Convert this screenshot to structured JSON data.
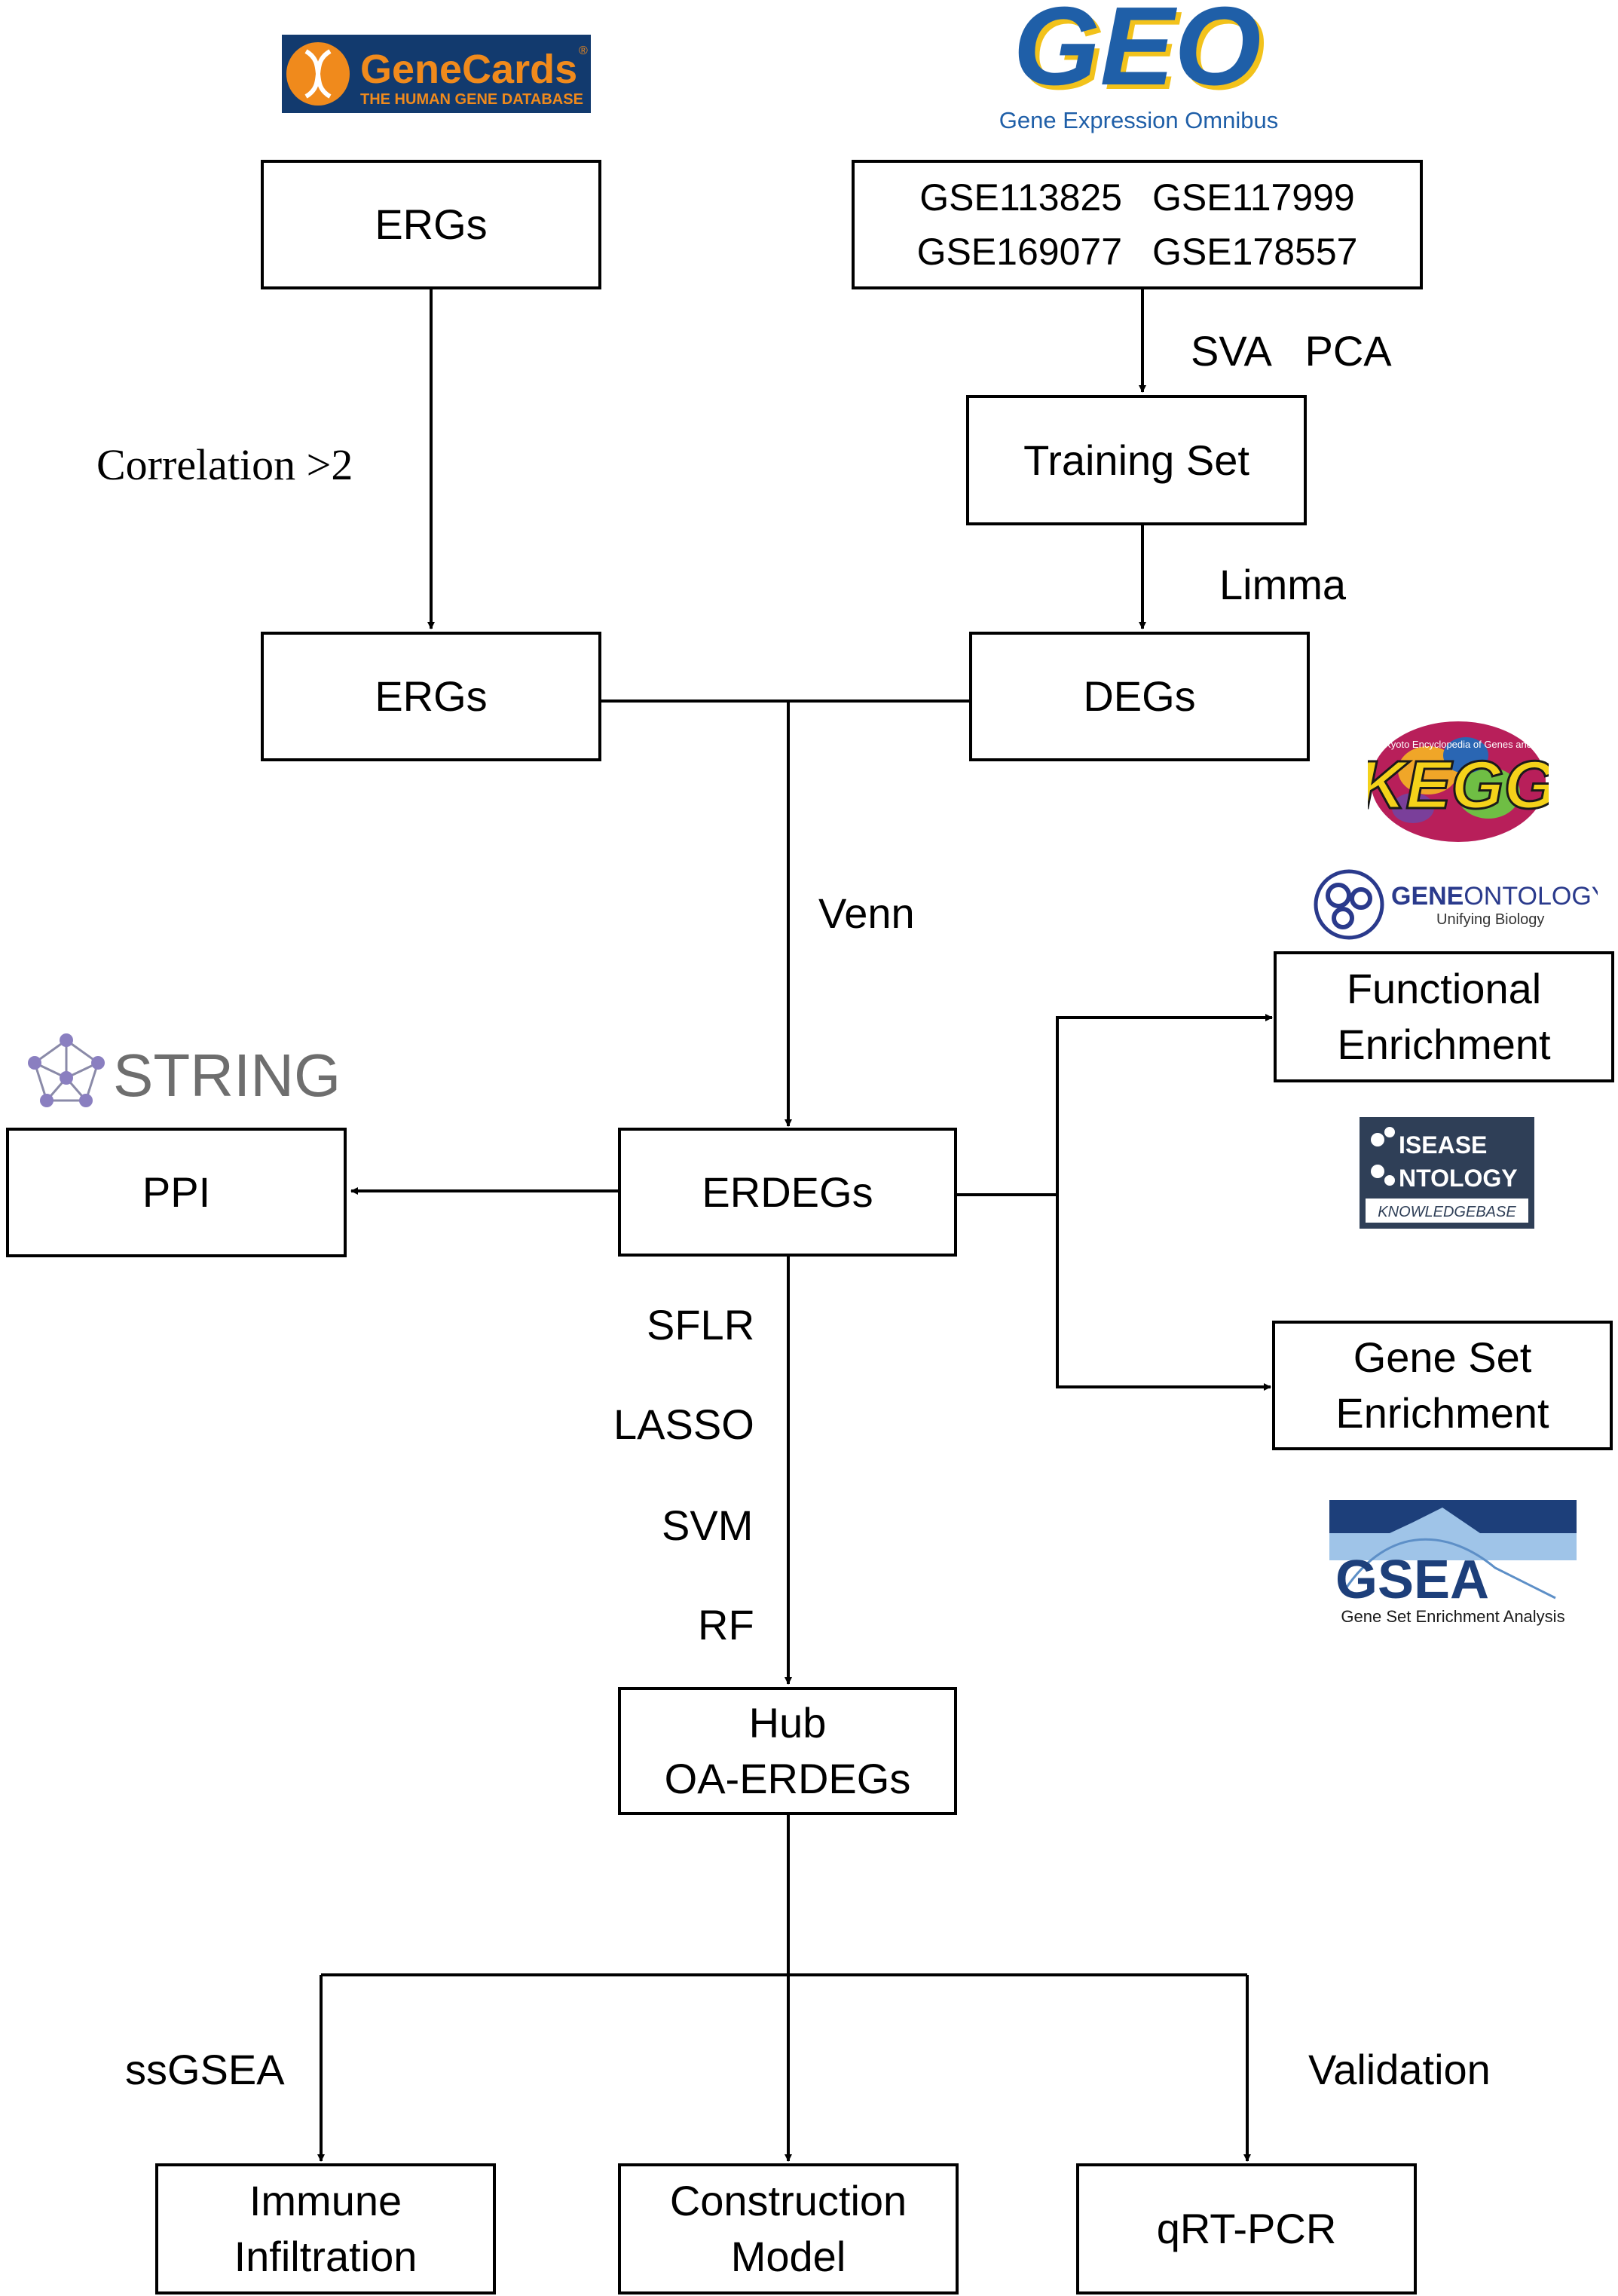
{
  "logos": {
    "genecards": {
      "name": "GeneCards",
      "reg": "®",
      "tagline": "THE HUMAN GENE DATABASE",
      "bg": "#123a6e",
      "accent": "#f08a1c"
    },
    "geo": {
      "name": "GEO",
      "tagline": "Gene Expression Omnibus",
      "color": "#1f5fa8",
      "accent": "#f2c21b"
    },
    "kegg": {
      "name": "KEGG",
      "tagline": "Kyoto Encyclopedia of Genes and Genomes"
    },
    "geneontology": {
      "name_bold": "GENE",
      "name_rest": "ONTOLOGY",
      "tagline": "Unifying Biology",
      "color": "#2a3a8c"
    },
    "string": {
      "name": "STRING",
      "color": "#6e6e6e"
    },
    "disease_ontology": {
      "line1": "ISEASE",
      "line2": "NTOLOGY",
      "line3": "KNOWLEDGEBASE",
      "bg": "#2f3f57"
    },
    "gsea": {
      "name": "GSEA",
      "tagline": "Gene Set Enrichment Analysis",
      "color": "#1d3f7a"
    }
  },
  "nodes": {
    "ergs_top": "ERGs",
    "gse": [
      "GSE113825",
      "GSE117999",
      "GSE169077",
      "GSE178557"
    ],
    "training_set": "Training Set",
    "ergs_mid": "ERGs",
    "degs": "DEGs",
    "functional_enrichment": [
      "Functional",
      "Enrichment"
    ],
    "ppi": "PPI",
    "erdegs": "ERDEGs",
    "gene_set_enrichment": [
      "Gene Set",
      "Enrichment"
    ],
    "hub": [
      "Hub",
      "OA-ERDEGs"
    ],
    "immune_infiltration": [
      "Immune",
      "Infiltration"
    ],
    "construction_model": [
      "Construction",
      "Model"
    ],
    "qrt_pcr": "qRT-PCR"
  },
  "edge_labels": {
    "correlation": "Correlation >2",
    "sva_pca": "SVA   PCA",
    "limma": "Limma",
    "venn": "Venn",
    "sflr": "SFLR",
    "lasso": "LASSO",
    "svm": "SVM",
    "rf": "RF",
    "ssgsea": "ssGSEA",
    "validation": "Validation"
  }
}
